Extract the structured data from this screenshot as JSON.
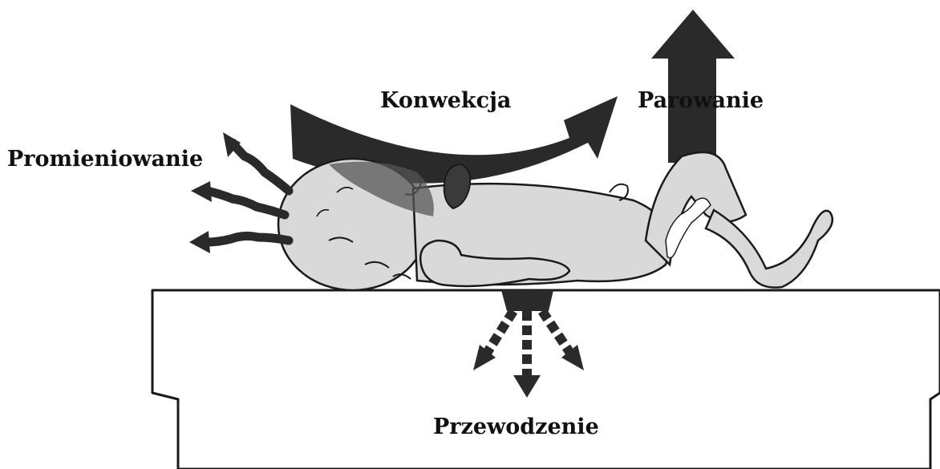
{
  "labels": {
    "radiation": "Promieniowanie",
    "convection": "Konwekcja",
    "evaporation": "Parowanie",
    "conduction": "Przewodzenie"
  },
  "colors": {
    "background": "#ffffff",
    "arrow_dark": "#2a2a2a",
    "baby_skin": "#d9d9d9",
    "outline": "#1a1a1a",
    "table_fill": "#ffffff"
  },
  "icons": {
    "radiation": "wavy-arrows-left",
    "convection": "curved-arrow-right",
    "evaporation": "arrow-up",
    "conduction": "dashed-arrows-down"
  }
}
